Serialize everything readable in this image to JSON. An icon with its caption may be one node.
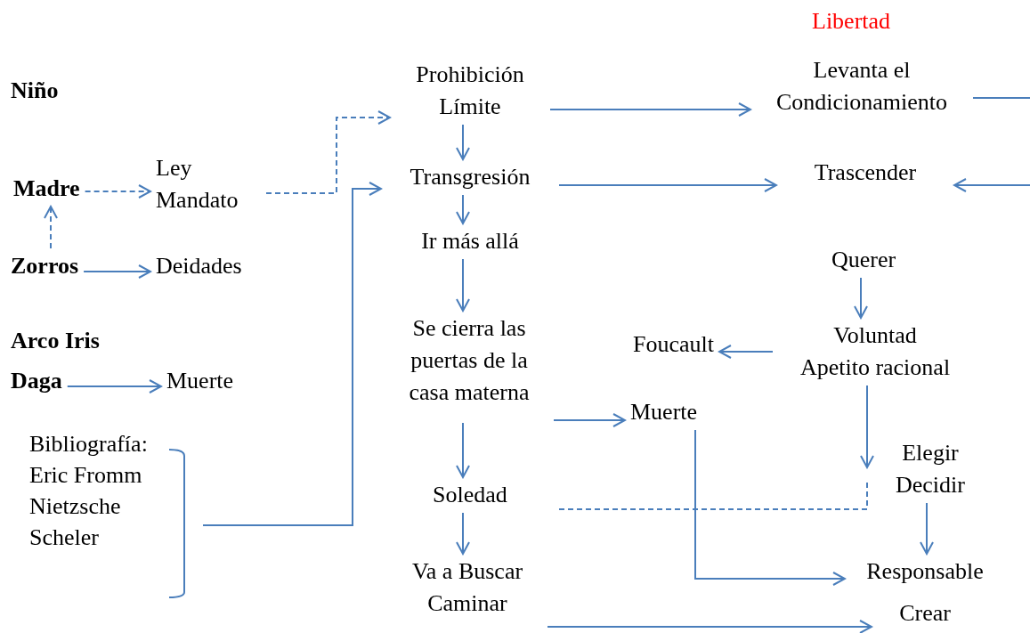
{
  "diagram": {
    "nodes": [
      {
        "text": [
          "Niño"
        ]
      },
      {
        "text": [
          "Madre"
        ]
      },
      {
        "text": [
          "Ley Mandato"
        ]
      },
      {
        "text": [
          "Zorros"
        ]
      },
      {
        "text": [
          "Deidades"
        ]
      },
      {
        "text": [
          "Arco Iris"
        ]
      },
      {
        "text": [
          "Daga"
        ]
      },
      {
        "text": [
          "Muerte"
        ]
      },
      {
        "text": [
          "Bibliografía:",
          "Eric Fromm",
          "Nietzsche",
          "Scheler"
        ]
      },
      {
        "text": [
          "Prohibición Límite"
        ]
      },
      {
        "text": [
          "Transgresión"
        ]
      },
      {
        "text": [
          "Ir más allá"
        ]
      },
      {
        "text": [
          "Se cierra las puertas de la casa materna"
        ]
      },
      {
        "text": [
          "Soledad"
        ]
      },
      {
        "text": [
          "Va a Buscar Caminar"
        ]
      },
      {
        "text": [
          "Levanta el Condicionamiento"
        ]
      },
      {
        "text": [
          "Trascender"
        ]
      },
      {
        "text": [
          "Muerte"
        ]
      },
      {
        "text": [
          "Querer"
        ]
      },
      {
        "text": [
          "Foucault"
        ]
      },
      {
        "text": [
          "Voluntad",
          "Apetito racional"
        ]
      },
      {
        "text": [
          "Elegir Decidir"
        ]
      },
      {
        "text": [
          "Responsable"
        ]
      },
      {
        "text": [
          "Crear"
        ]
      }
    ],
    "edges": [
      {
        "from": 1,
        "to": 2,
        "arrow": "to",
        "style": "dashed"
      },
      {
        "from": 3,
        "to": 1,
        "arrow": "to",
        "style": "dashed"
      },
      {
        "from": 3,
        "to": 4,
        "arrow": "to"
      },
      {
        "from": 6,
        "to": 7,
        "arrow": "to"
      },
      {
        "from": 2,
        "to": 9,
        "arrow": "to",
        "style": "dashed"
      },
      {
        "from": 8,
        "to": 10,
        "arrow": "to"
      },
      {
        "from": 9,
        "to": 15,
        "arrow": "to"
      },
      {
        "from": 9,
        "to": 10,
        "arrow": "to"
      },
      {
        "from": 10,
        "to": 16,
        "arrow": "to"
      },
      {
        "from": 10,
        "to": 11,
        "arrow": "to"
      },
      {
        "from": 11,
        "to": 12,
        "arrow": "to"
      },
      {
        "from": 12,
        "to": 13,
        "arrow": "to"
      },
      {
        "from": 12,
        "to": 17,
        "arrow": "to"
      },
      {
        "from": 13,
        "to": 14,
        "arrow": "to"
      },
      {
        "from": 14,
        "to": 23,
        "arrow": "to"
      },
      {
        "from": 17,
        "to": 22,
        "arrow": "to"
      },
      {
        "from": 18,
        "to": 20,
        "arrow": "to"
      },
      {
        "from": 20,
        "to": 19,
        "arrow": "to"
      },
      {
        "from": 20,
        "to": 21,
        "arrow": "to"
      },
      {
        "from": 13,
        "to": 21,
        "arrow": "none",
        "style": "dashed"
      },
      {
        "from": 21,
        "to": 22,
        "arrow": "to"
      },
      {
        "from": 15,
        "to": null,
        "arrow": "none"
      },
      {
        "from": null,
        "to": 16,
        "arrow": "to"
      }
    ],
    "labels": [
      "Libertad"
    ]
  }
}
